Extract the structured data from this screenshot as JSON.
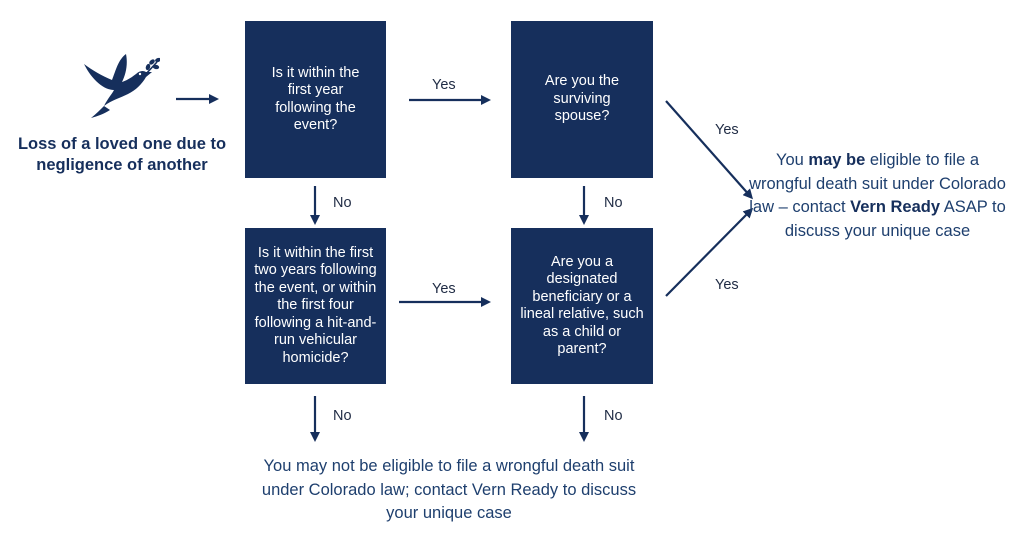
{
  "start": {
    "icon": "dove-icon",
    "text": "Loss of a loved one due to negligence of another"
  },
  "boxes": {
    "q1": "Is it within the first year following the event?",
    "q2": "Are you the surviving spouse?",
    "q3": "Is it within the first two years following the event, or within the first four following a hit-and-run vehicular homicide?",
    "q4": "Are you a designated beneficiary or a lineal relative, such as a child or parent?"
  },
  "edges": {
    "q1_to_q2": "Yes",
    "q1_to_q3": "No",
    "q2_to_q4": "No",
    "q3_to_q4": "Yes",
    "q2_to_yes": "Yes",
    "q4_to_yes": "Yes",
    "q3_to_no": "No",
    "q4_to_no": "No"
  },
  "outcomes": {
    "eligible": {
      "part1": "You ",
      "part2": "may be",
      "part3": " eligible to file a wrongful death suit under Colorado law – contact ",
      "part4": "Vern Ready",
      "part5": " ASAP to discuss your unique case"
    },
    "not_eligible": "You may not be eligible to file a wrongful death suit under Colorado law; contact Vern Ready to discuss your unique case"
  },
  "colors": {
    "box": "#162f5c",
    "arrow": "#162f5c",
    "text": "#1e3f6e"
  }
}
